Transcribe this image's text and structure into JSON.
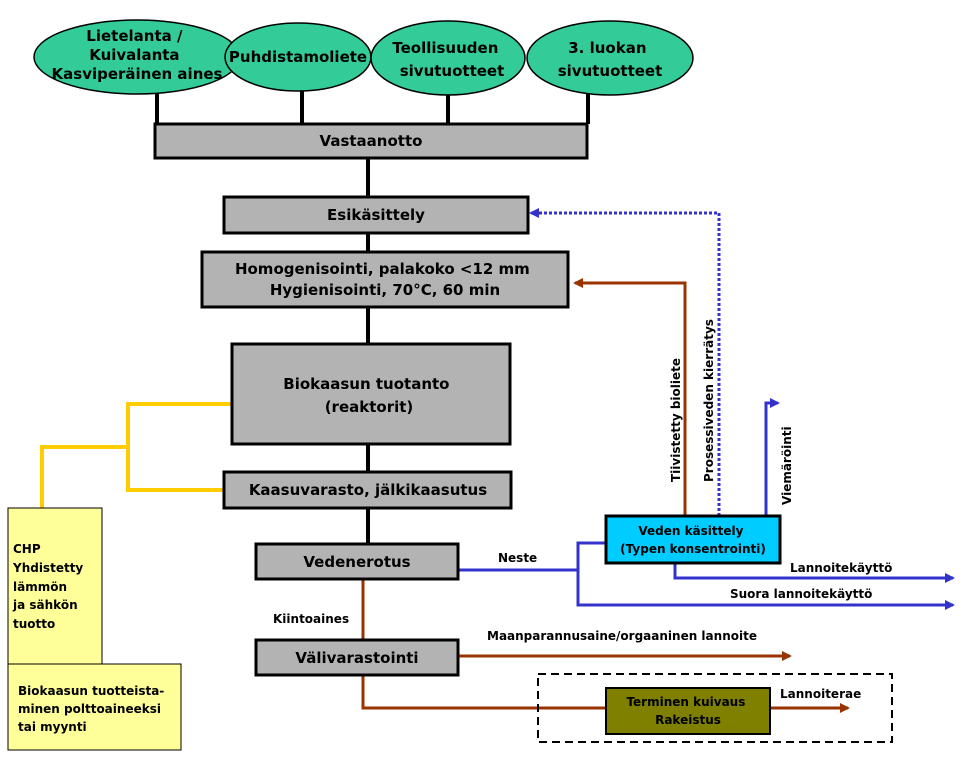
{
  "sources": [
    {
      "lines": [
        "Lietelanta /",
        "Kuivalanta",
        "Kasviperäinen aines"
      ]
    },
    {
      "lines": [
        "Puhdistamoliete"
      ]
    },
    {
      "lines": [
        "Teollisuuden",
        "sivutuotteet"
      ]
    },
    {
      "lines": [
        "3. luokan",
        "sivutuotteet"
      ]
    }
  ],
  "process": {
    "vastaanotto": "Vastaanotto",
    "esikasittely": "Esikäsittely",
    "homogenisointi": [
      "Homogenisointi, palakoko  <12 mm",
      "Hygienisointi, 70°C, 60 min"
    ],
    "biokaasu": [
      "Biokaasun tuotanto",
      "(reaktorit)"
    ],
    "kaasuvarasto": "Kaasuvarasto, jälkikaasutus",
    "vedenerotus": "Vedenerotus",
    "valivarastointi": "Välivarastointi"
  },
  "chp": [
    "CHP",
    "Yhdistetty",
    "lämmön",
    "ja sähkön",
    "tuotto"
  ],
  "fuel": [
    "Biokaasun tuotteista-",
    "minen polttoaineeksi",
    "tai myynti"
  ],
  "water_treatment": [
    "Veden käsittely",
    "(Typen konsentrointi)"
  ],
  "thermal": [
    "Terminen kuivaus",
    "Rakeistus"
  ],
  "labels": {
    "neste": "Neste",
    "kiintoaines": "Kiintoaines",
    "lannoitekaytto": "Lannoitekäyttö",
    "suora": "Suora lannoitekäyttö",
    "maanparannus": "Maanparannusaine/orgaaninen lannoite",
    "lannoiterae": "Lannoiterae",
    "tiivistetty": "Tiivistetty bioliete",
    "prosessivesi": "Prosessiveden kierrätys",
    "viemarointi": "Viemäröinti"
  },
  "colors": {
    "source_fill": "#33cc99",
    "process_fill": "#b3b3b3",
    "chp_fill": "#ffff99",
    "water_fill": "#00ccff",
    "thermal_fill": "#808000",
    "yellow_line": "#ffcc00",
    "brown_line": "#993300",
    "blue_line": "#3333cc"
  }
}
